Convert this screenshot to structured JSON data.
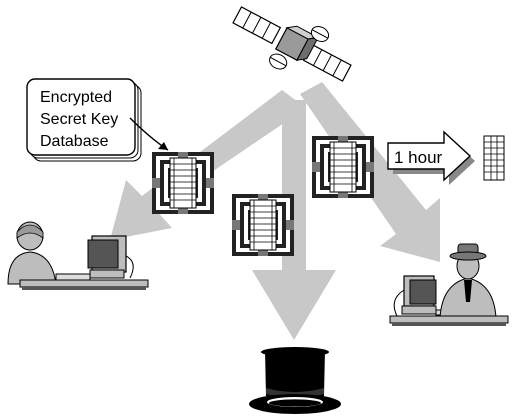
{
  "callout": {
    "line1": "Encrypted",
    "line2": "Secret Key",
    "line3": "Database"
  },
  "time_label": "1 hour",
  "icons": {
    "satellite": "satellite-icon",
    "woman": "woman-user-icon",
    "man": "man-user-icon",
    "attacker": "top-hat-attacker-icon",
    "database": "encrypted-database-icon",
    "table": "key-table-icon"
  },
  "colors": {
    "arrow_fill": "#c8c8c8",
    "frame_dark": "#222222",
    "frame_light": "#ffffff",
    "figure_gray": "#bdbdbd"
  }
}
